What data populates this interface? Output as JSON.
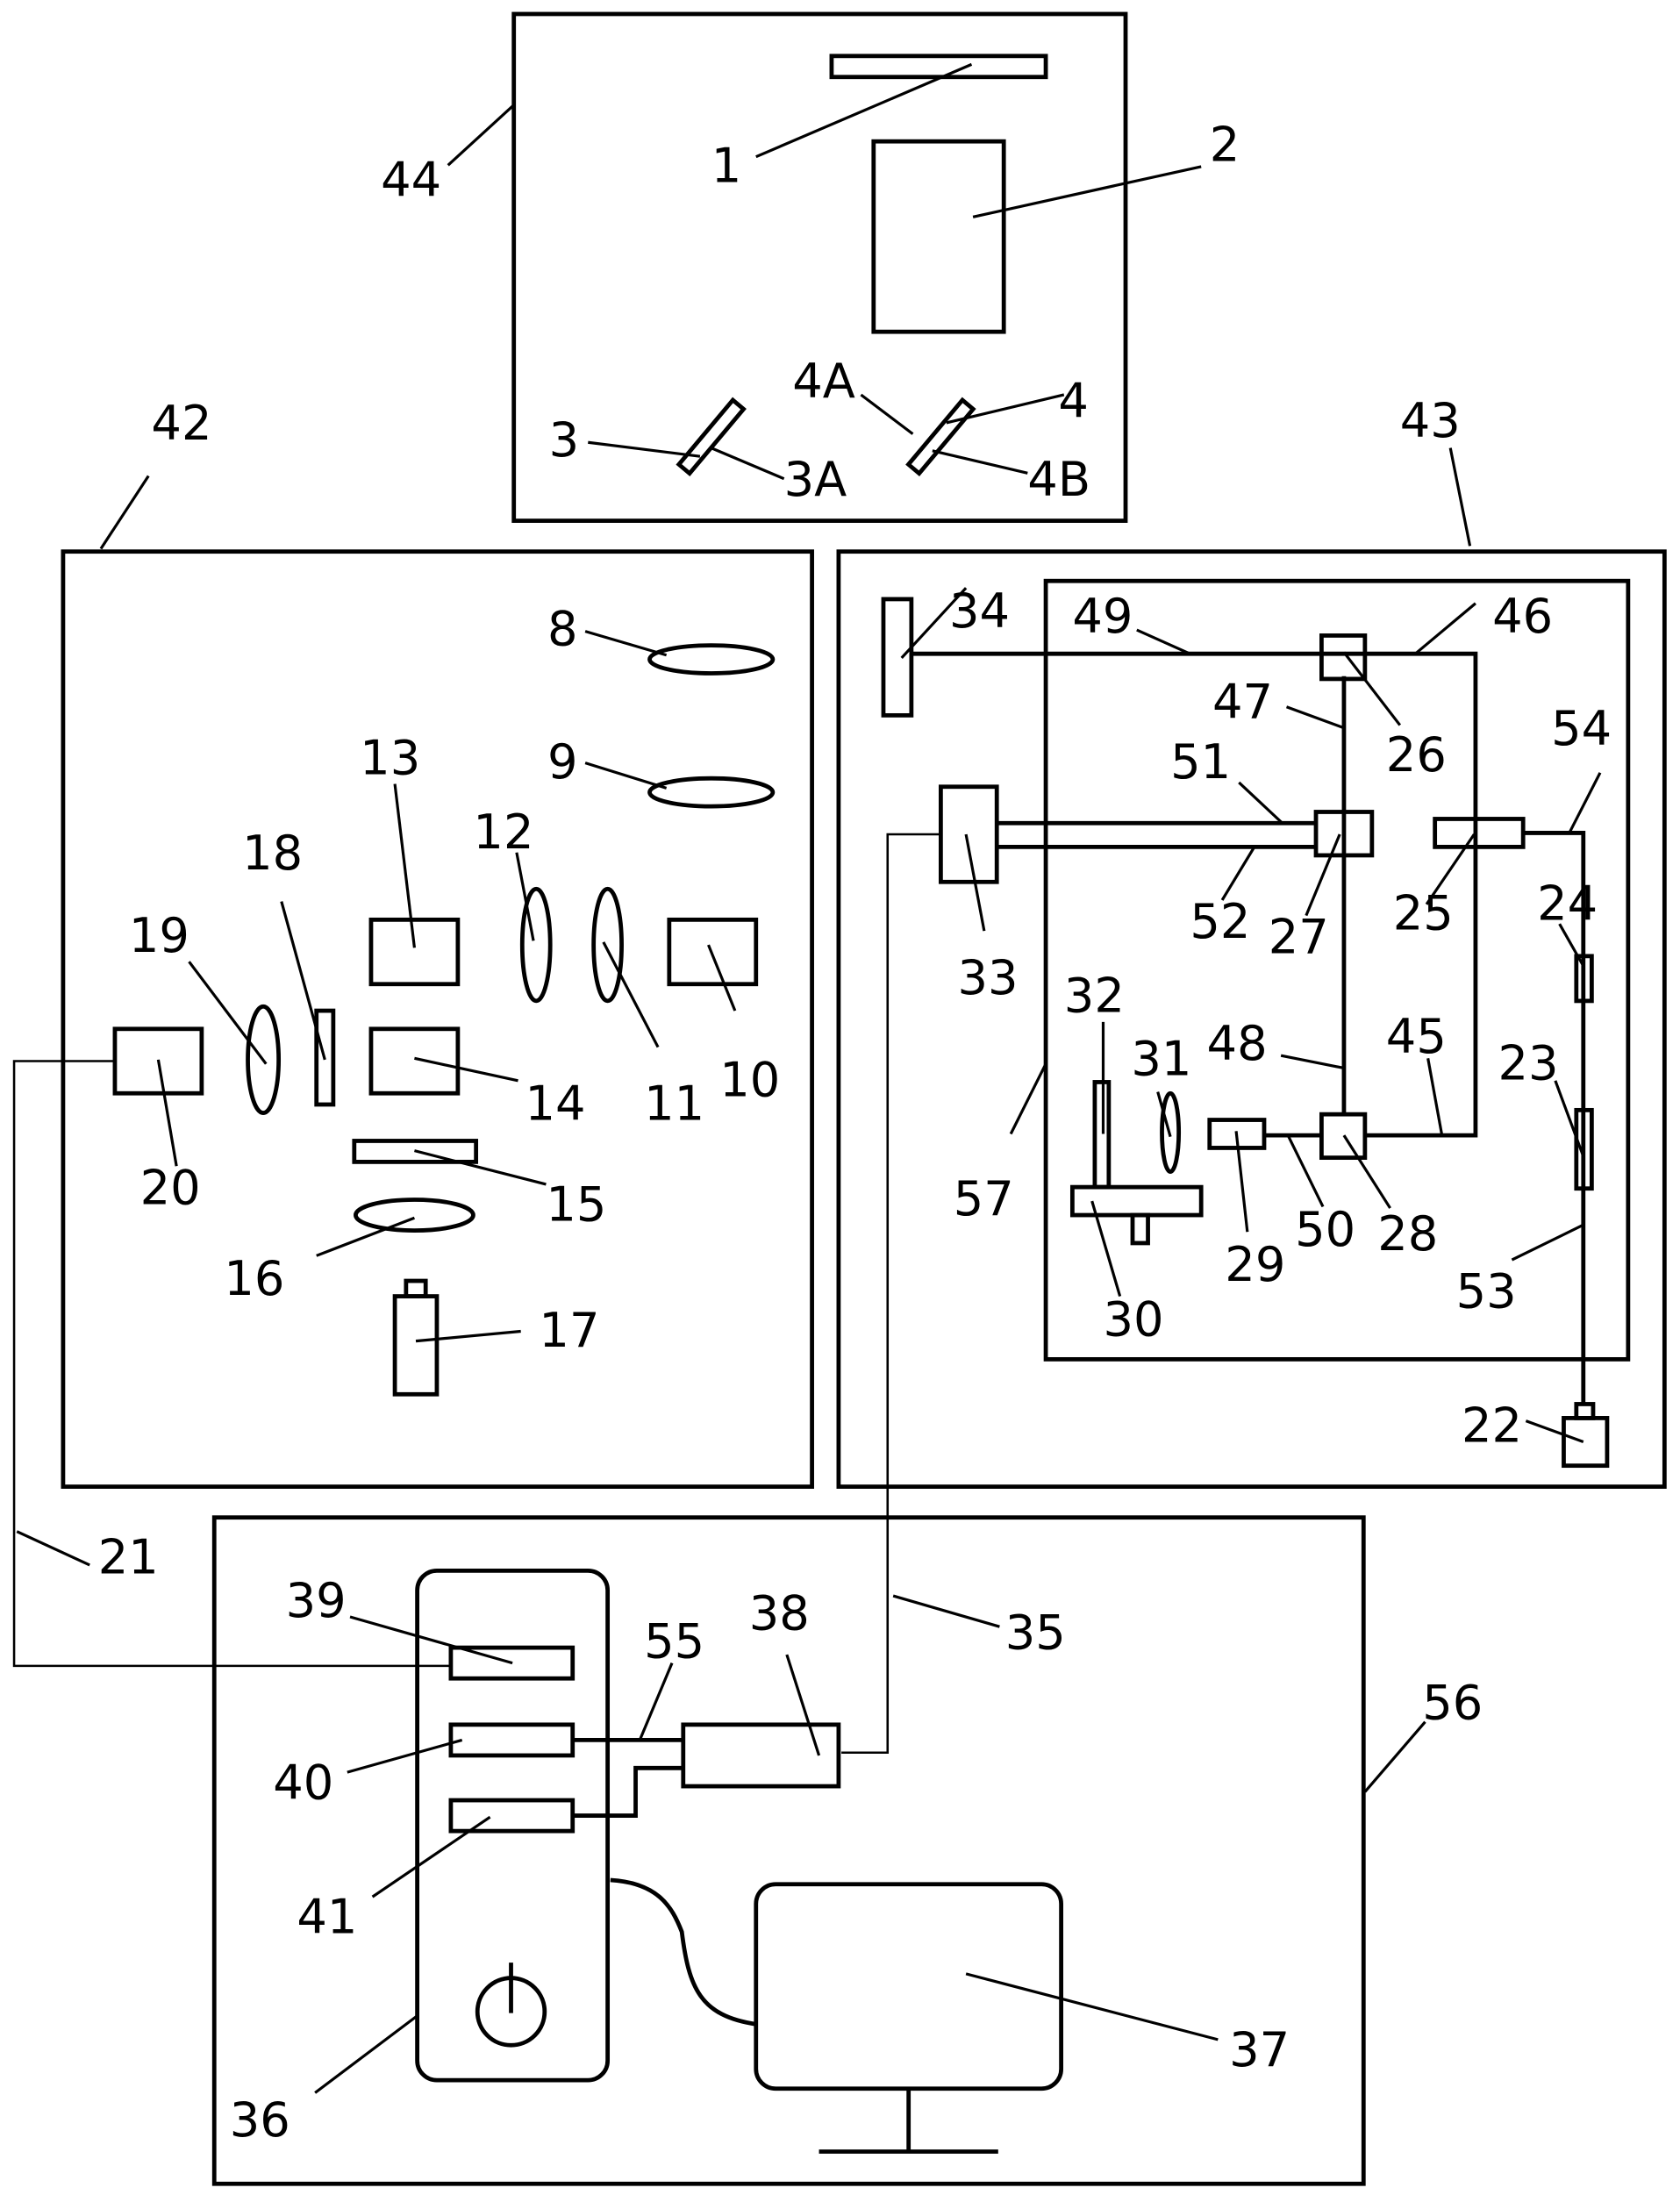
{
  "diagram": {
    "type": "apparatus schematic",
    "line_color": "#000000",
    "background": "#ffffff"
  },
  "labels": {
    "l1": "1",
    "l2": "2",
    "l3": "3",
    "l3A": "3A",
    "l4": "4",
    "l4A": "4A",
    "l4B": "4B",
    "l8": "8",
    "l9": "9",
    "l10": "10",
    "l11": "11",
    "l12": "12",
    "l13": "13",
    "l14": "14",
    "l15": "15",
    "l16": "16",
    "l17": "17",
    "l18": "18",
    "l19": "19",
    "l20": "20",
    "l21": "21",
    "l22": "22",
    "l23": "23",
    "l24": "24",
    "l25": "25",
    "l26": "26",
    "l27": "27",
    "l28": "28",
    "l29": "29",
    "l30": "30",
    "l31": "31",
    "l32": "32",
    "l33": "33",
    "l34": "34",
    "l35": "35",
    "l36": "36",
    "l37": "37",
    "l38": "38",
    "l39": "39",
    "l40": "40",
    "l41": "41",
    "l42": "42",
    "l43": "43",
    "l44": "44",
    "l45": "45",
    "l46": "46",
    "l47": "47",
    "l48": "48",
    "l49": "49",
    "l50": "50",
    "l51": "51",
    "l52": "52",
    "l53": "53",
    "l54": "54",
    "l55": "55",
    "l56": "56",
    "l57": "57"
  }
}
